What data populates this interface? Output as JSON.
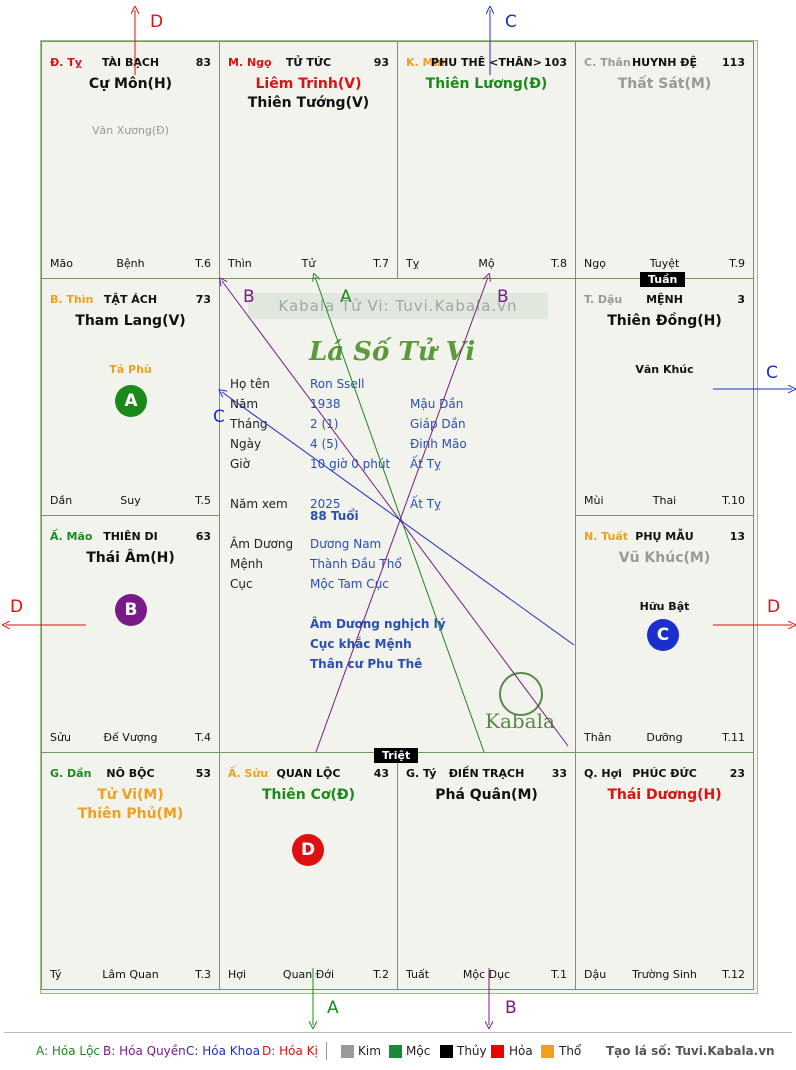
{
  "colors": {
    "green": "#1a8a1a",
    "purple": "#7a1a8a",
    "blue": "#1a2fcc",
    "red": "#dd1111",
    "orange": "#f0a020",
    "grey": "#999999"
  },
  "watermark": "Kabala Tử Vi: Tuvi.Kabala.vn",
  "center_title": "Lá Số Tử Vi",
  "logo_text": "Kabala",
  "tags": {
    "tuan": "Tuần",
    "triet": "Triệt"
  },
  "cells": {
    "ty_top": {
      "can": "Đ. Tỵ",
      "name": "TÀI BẠCH",
      "num": "83",
      "main": [
        "Cự Môn(H)"
      ],
      "minor": [
        "Văn Xương(Đ)"
      ],
      "bl": "Mão",
      "bc": "Bệnh",
      "br": "T.6"
    },
    "ngo": {
      "can": "M. Ngọ",
      "name": "TỬ TỨC",
      "num": "93",
      "main": [
        "Liêm Trinh(V)",
        "Thiên Tướng(V)"
      ],
      "minor": [],
      "bl": "Thìn",
      "bc": "Tử",
      "br": "T.7"
    },
    "mui_top": {
      "can": "K. Mùi",
      "name": "PHU THÊ <THÂN>",
      "num": "103",
      "main": [
        "Thiên Lương(Đ)"
      ],
      "minor": [],
      "bl": "Tỵ",
      "bc": "Mộ",
      "br": "T.8"
    },
    "than_top": {
      "can": "C. Thân",
      "name": "HUYNH ĐỆ",
      "num": "113",
      "main": [
        "Thất Sát(M)"
      ],
      "minor": [],
      "bl": "Ngọ",
      "bc": "Tuyệt",
      "br": "T.9"
    },
    "thin": {
      "can": "B. Thìn",
      "name": "TẬT ÁCH",
      "num": "73",
      "main": [
        "Tham Lang(V)"
      ],
      "minor": [
        "Tả Phù"
      ],
      "bl": "Dần",
      "bc": "Suy",
      "br": "T.5"
    },
    "dau": {
      "can": "T. Dậu",
      "name": "MỆNH",
      "num": "3",
      "main": [
        "Thiên Đồng(H)"
      ],
      "minor": [
        "Văn Khúc"
      ],
      "bl": "Mùi",
      "bc": "Thai",
      "br": "T.10"
    },
    "mao": {
      "can": "Ấ. Mão",
      "name": "THIÊN DI",
      "num": "63",
      "main": [
        "Thái Âm(H)"
      ],
      "minor": [],
      "bl": "Sửu",
      "bc": "Đế Vượng",
      "br": "T.4"
    },
    "tuat": {
      "can": "N. Tuất",
      "name": "PHỤ MẪU",
      "num": "13",
      "main": [
        "Vũ Khúc(M)"
      ],
      "minor": [
        "Hữu Bật"
      ],
      "bl": "Thân",
      "bc": "Dưỡng",
      "br": "T.11"
    },
    "dan": {
      "can": "G. Dần",
      "name": "NÔ BỘC",
      "num": "53",
      "main": [
        "Tử Vi(M)",
        "Thiên Phủ(M)"
      ],
      "minor": [],
      "bl": "Tý",
      "bc": "Lâm Quan",
      "br": "T.3"
    },
    "suu": {
      "can": "Ấ. Sửu",
      "name": "QUAN LỘC",
      "num": "43",
      "main": [
        "Thiên Cơ(Đ)"
      ],
      "minor": [],
      "bl": "Hợi",
      "bc": "Quan Đới",
      "br": "T.2"
    },
    "ty_bot": {
      "can": "G. Tý",
      "name": "ĐIỀN TRẠCH",
      "num": "33",
      "main": [
        "Phá Quân(M)"
      ],
      "minor": [],
      "bl": "Tuất",
      "bc": "Mộc Dục",
      "br": "T.1"
    },
    "hoi": {
      "can": "Q. Hợi",
      "name": "PHÚC ĐỨC",
      "num": "23",
      "main": [
        "Thái Dương(H)"
      ],
      "minor": [],
      "bl": "Dậu",
      "bc": "Trường Sinh",
      "br": "T.12"
    }
  },
  "badges": {
    "a": "A",
    "b": "B",
    "c": "C",
    "d": "D"
  },
  "info": [
    {
      "label": "Họ tên",
      "v1": "Ron Ssell",
      "v2": ""
    },
    {
      "label": "Năm",
      "v1": "1938",
      "v2": "Mậu Dần"
    },
    {
      "label": "Tháng",
      "v1": "2  (1)",
      "v2": "Giáp Dần"
    },
    {
      "label": "Ngày",
      "v1": "4  (5)",
      "v2": "Đinh Mão"
    },
    {
      "label": "Giờ",
      "v1": "10 giờ 0 phút",
      "v2": "Ất Tỵ"
    },
    {
      "label": "Năm xem",
      "v1": "2025",
      "v2": "Ất Tỵ"
    },
    {
      "label": "",
      "v1": "88 Tuổi",
      "v2": ""
    },
    {
      "label": "Âm Dương",
      "v1": "Dương Nam",
      "v2": ""
    },
    {
      "label": "Mệnh",
      "v1": "Thành Đầu Thổ",
      "v2": ""
    },
    {
      "label": "Cục",
      "v1": "Mộc Tam Cục",
      "v2": ""
    }
  ],
  "notes": [
    "Âm Dương nghịch lý",
    "Cục khắc Mệnh",
    "Thân cư Phu Thê"
  ],
  "arrow_labels": {
    "a": "A",
    "b": "B",
    "c": "C",
    "d": "D"
  },
  "legend": {
    "a": "A: Hóa Lộc",
    "b": "B: Hóa Quyền",
    "c": "C: Hóa Khoa",
    "d": "D: Hóa Kị",
    "kim": "Kim",
    "moc": "Mộc",
    "thuy": "Thủy",
    "hoa": "Hỏa",
    "tho": "Thổ",
    "site": "Tạo lá số: Tuvi.Kabala.vn"
  }
}
